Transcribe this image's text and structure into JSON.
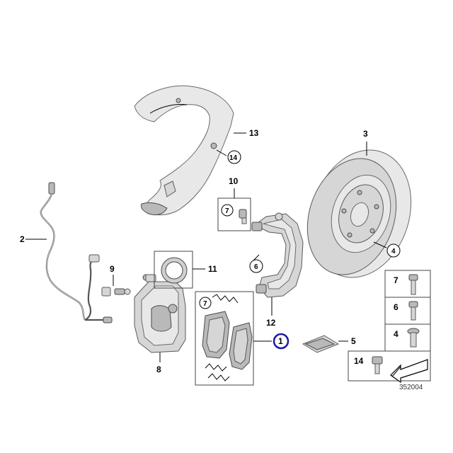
{
  "callouts": {
    "c1": "1",
    "c2": "2",
    "c3": "3",
    "c4": "4",
    "c5": "5",
    "c6": "6",
    "c7": "7",
    "c8": "8",
    "c9": "9",
    "c10": "10",
    "c11": "11",
    "c12": "12",
    "c13": "13",
    "c14": "14"
  },
  "legend": {
    "r7": "7",
    "r6": "6",
    "r4": "4",
    "r14": "14"
  },
  "reference_number": "352004",
  "colors": {
    "highlight_circle": "#1a1aa8",
    "part_fill": "#d6d6d6",
    "outline": "#5a5a5a"
  }
}
